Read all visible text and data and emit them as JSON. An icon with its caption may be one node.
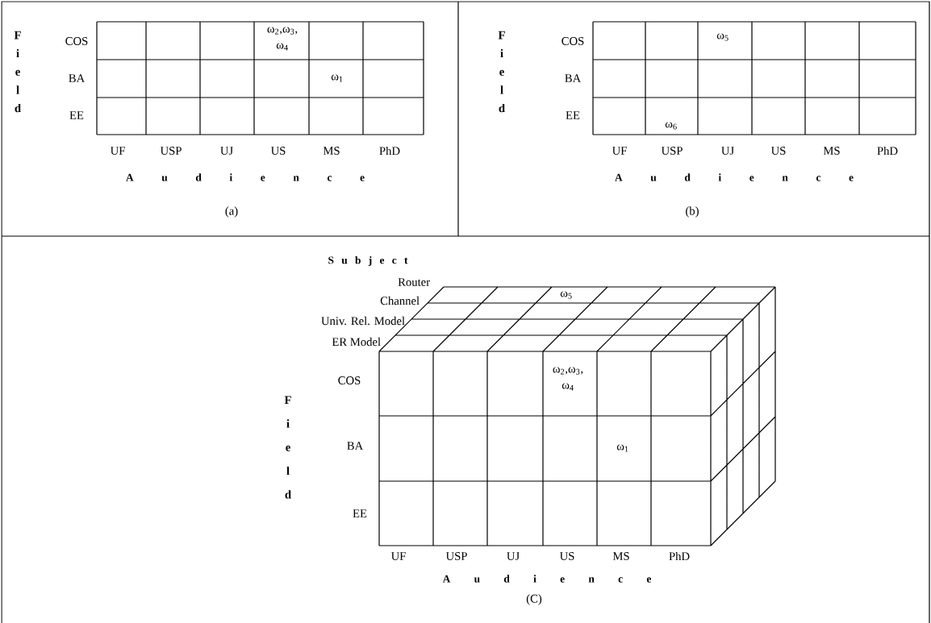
{
  "diagram": {
    "labels": [
      "Field",
      "COS",
      "ω$_{2}$,ω$_{3}$, ω$_{4}$",
      "BA",
      "ω$_{1}$",
      "EE",
      "UF",
      "USP",
      "UJ",
      "US",
      "MS",
      "PhD",
      "A u d i e n c e",
      "(a)",
      "Field",
      "COS",
      "ω$_{5}$",
      "BA",
      "EE",
      "ω$_{6}$",
      "UF",
      "USP",
      "UJ",
      "US",
      "MS",
      "PhD",
      "A u d i e n c e",
      "(b)",
      "S u b j e c t",
      "Router",
      "Channel",
      "ω$_{5}$",
      "Univ. Rel. Model",
      "ER Model",
      "COS",
      "ω$_{2}$,ω$_{3}$, ω$_{4}$",
      "Field",
      "BA",
      "ω$_{1}$",
      "EE",
      "UF",
      "USP",
      "UJ",
      "US",
      "MS",
      "PhD",
      "A u d i e n c e",
      "(C)"
    ]
  }
}
